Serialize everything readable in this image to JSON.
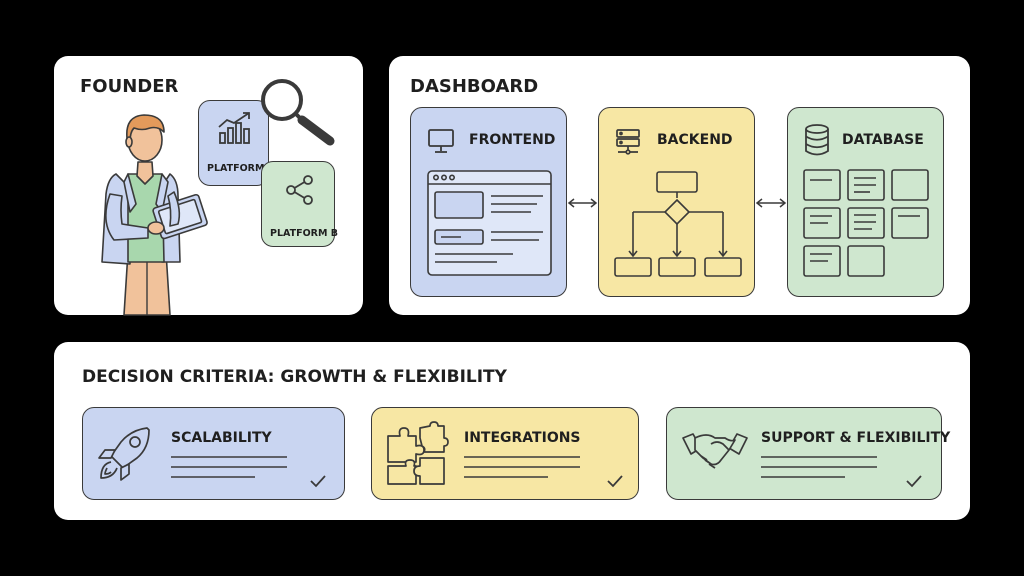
{
  "colors": {
    "blue": "#c9d5f1",
    "yellow": "#f7e7a4",
    "green": "#cfe7cf",
    "ink": "#3a3a3a",
    "background": "#000000"
  },
  "founder": {
    "title": "FOUNDER",
    "platform_a": "PLATFORM A",
    "platform_b": "PLATFORM B",
    "icons": [
      "person-tablet-icon",
      "magnifier-icon",
      "growth-chart-icon",
      "share-icon"
    ]
  },
  "dashboard": {
    "title": "DASHBOARD",
    "frontend": "FRONTEND",
    "backend": "BACKEND",
    "database": "DATABASE",
    "icons": [
      "monitor-icon",
      "server-icon",
      "database-icon",
      "browser-window-icon",
      "flowchart-icon",
      "data-grid-icon"
    ]
  },
  "criteria": {
    "title": "DECISION CRITERIA: GROWTH & FLEXIBILITY",
    "items": [
      {
        "label": "SCALABILITY",
        "icon": "rocket-icon"
      },
      {
        "label": "INTEGRATIONS",
        "icon": "puzzle-icon"
      },
      {
        "label": "SUPPORT & FLEXIBILITY",
        "icon": "handshake-icon"
      }
    ]
  }
}
